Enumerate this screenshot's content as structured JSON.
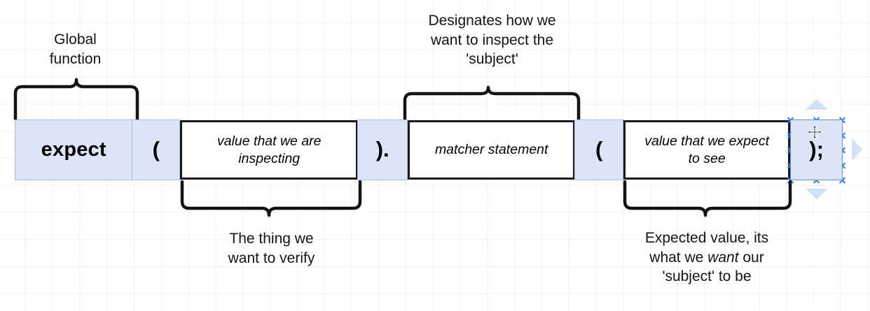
{
  "diagram": {
    "title_semantic": "jest-expect-syntax-anatomy",
    "bar_cells": [
      {
        "name": "expect-keyword",
        "text": "expect",
        "style": "keyword-blue"
      },
      {
        "name": "open-paren-1",
        "text": "(",
        "style": "punct-blue"
      },
      {
        "name": "subject-placeholder",
        "text": "value that we are\ninspecting",
        "style": "white-box"
      },
      {
        "name": "close-paren-dot",
        "text": ").",
        "style": "punct-blue"
      },
      {
        "name": "matcher-placeholder",
        "text": "matcher statement",
        "style": "white-box"
      },
      {
        "name": "open-paren-2",
        "text": "(",
        "style": "punct-blue"
      },
      {
        "name": "expected-placeholder",
        "text": "value that we expect\nto see",
        "style": "white-box"
      },
      {
        "name": "close-paren-semi",
        "text": ");",
        "style": "punct-blue-selected"
      }
    ],
    "callouts": {
      "global_function": "Global\nfunction",
      "designates": "Designates how we\nwant to inspect the\n'subject'",
      "thing_to_verify": "The thing we\nwant to verify",
      "expected_value_pre": "Expected value, its\nwhat we ",
      "expected_value_em": "want",
      "expected_value_post": " our\n'subject' to be"
    }
  },
  "colors": {
    "cell_fill": "#dce5f5",
    "cell_border": "#a8bcdd",
    "box_border": "#1a1a1a",
    "selection_handle": "#2a7fe0",
    "selection_arrow": "#cfe0f7",
    "grid_line": "#f0f0f2",
    "text": "#141414"
  }
}
